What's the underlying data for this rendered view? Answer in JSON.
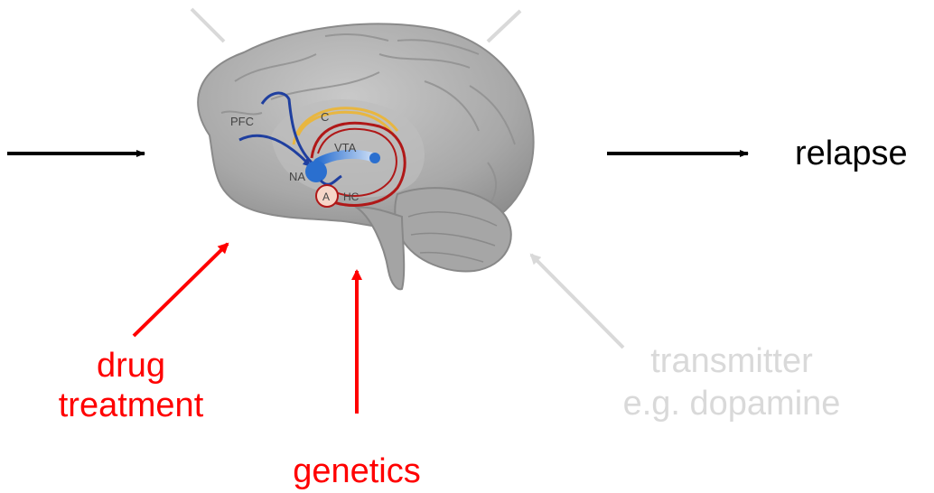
{
  "labels": {
    "relapse": "relapse",
    "drug_line1": "drug",
    "drug_line2": "treatment",
    "genetics": "genetics",
    "transmitter_line1": "transmitter",
    "transmitter_line2": "e.g. dopamine"
  },
  "brain_labels": {
    "pfc": "PFC",
    "c": "C",
    "vta": "VTA",
    "na": "NA",
    "a": "A",
    "hc": "HC"
  },
  "colors": {
    "active": "#ff0000",
    "inactive": "#d9d9d9",
    "neutral": "#000000",
    "pathway_blue": "#1f3f9f",
    "pathway_red": "#b01818",
    "pathway_yellow": "#e8b640"
  }
}
